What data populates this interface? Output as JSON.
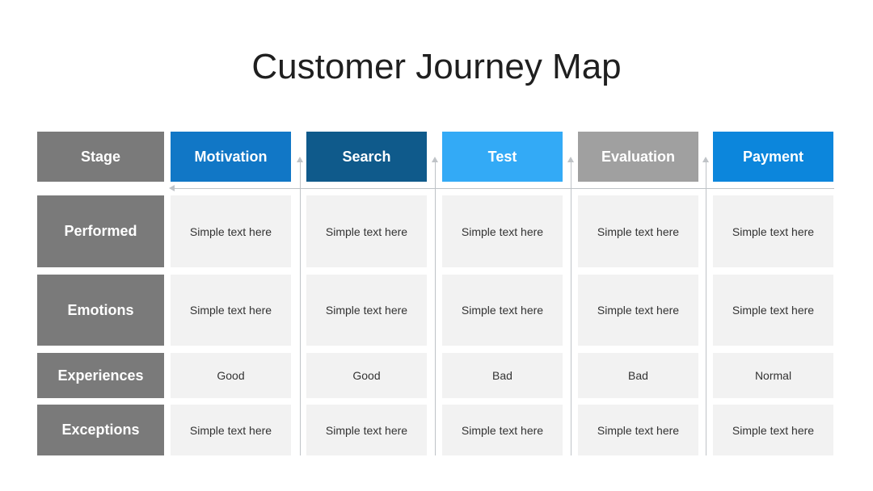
{
  "title": "Customer Journey Map",
  "stage_label": "Stage",
  "colors": {
    "row_header": "#7a7a7a",
    "cell_bg": "#f2f2f2",
    "connector": "#bfc3c7"
  },
  "stages": [
    {
      "label": "Motivation",
      "color": "#1177c6"
    },
    {
      "label": "Search",
      "color": "#0f5a8b"
    },
    {
      "label": "Test",
      "color": "#33aaf6"
    },
    {
      "label": "Evaluation",
      "color": "#a0a0a0"
    },
    {
      "label": "Payment",
      "color": "#0c86dc"
    }
  ],
  "rows": [
    {
      "label": "Performed",
      "cells": [
        "Simple text here",
        "Simple text here",
        "Simple text here",
        "Simple text here",
        "Simple text here"
      ]
    },
    {
      "label": "Emotions",
      "cells": [
        "Simple text here",
        "Simple text here",
        "Simple text here",
        "Simple text here",
        "Simple text here"
      ]
    },
    {
      "label": "Experiences",
      "cells": [
        "Good",
        "Good",
        "Bad",
        "Bad",
        "Normal"
      ]
    },
    {
      "label": "Exceptions",
      "cells": [
        "Simple text here",
        "Simple text here",
        "Simple text here",
        "Simple text here",
        "Simple text here"
      ]
    }
  ]
}
